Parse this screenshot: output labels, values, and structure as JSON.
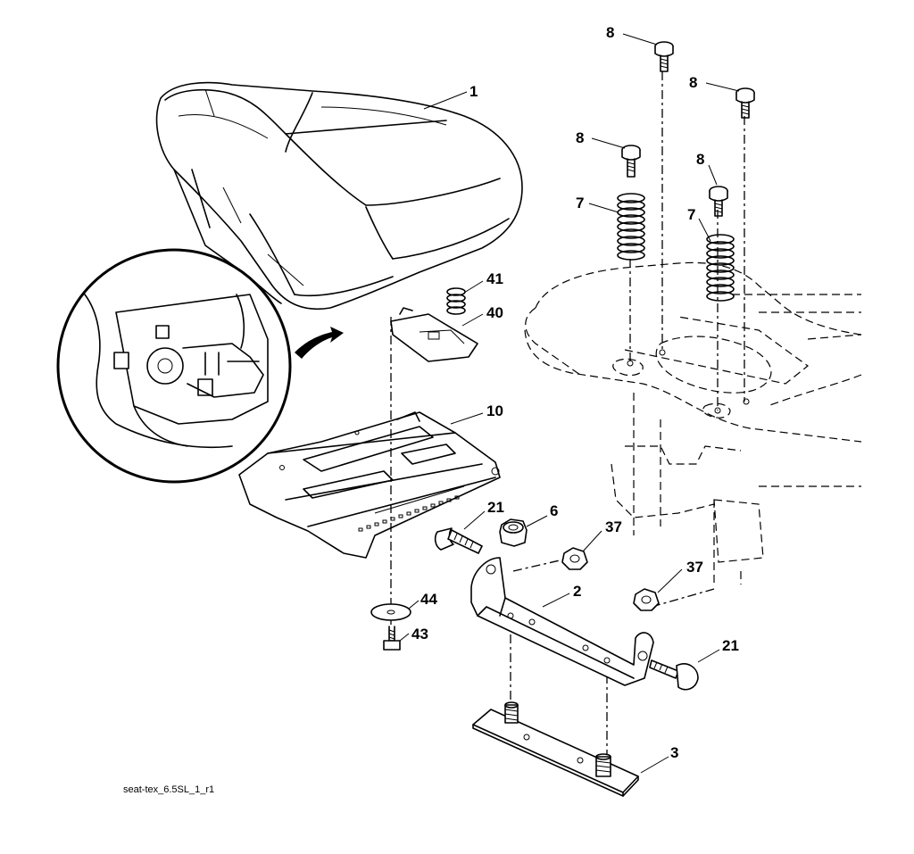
{
  "diagram": {
    "footer_label": "seat-tex_6.5SL_1_r1",
    "callouts": {
      "c1": "1",
      "c2": "2",
      "c3": "3",
      "c6": "6",
      "c7a": "7",
      "c7b": "7",
      "c8a": "8",
      "c8b": "8",
      "c8c": "8",
      "c8d": "8",
      "c10": "10",
      "c21a": "21",
      "c21b": "21",
      "c37a": "37",
      "c37b": "37",
      "c40": "40",
      "c41": "41",
      "c43": "43",
      "c44": "44"
    }
  }
}
